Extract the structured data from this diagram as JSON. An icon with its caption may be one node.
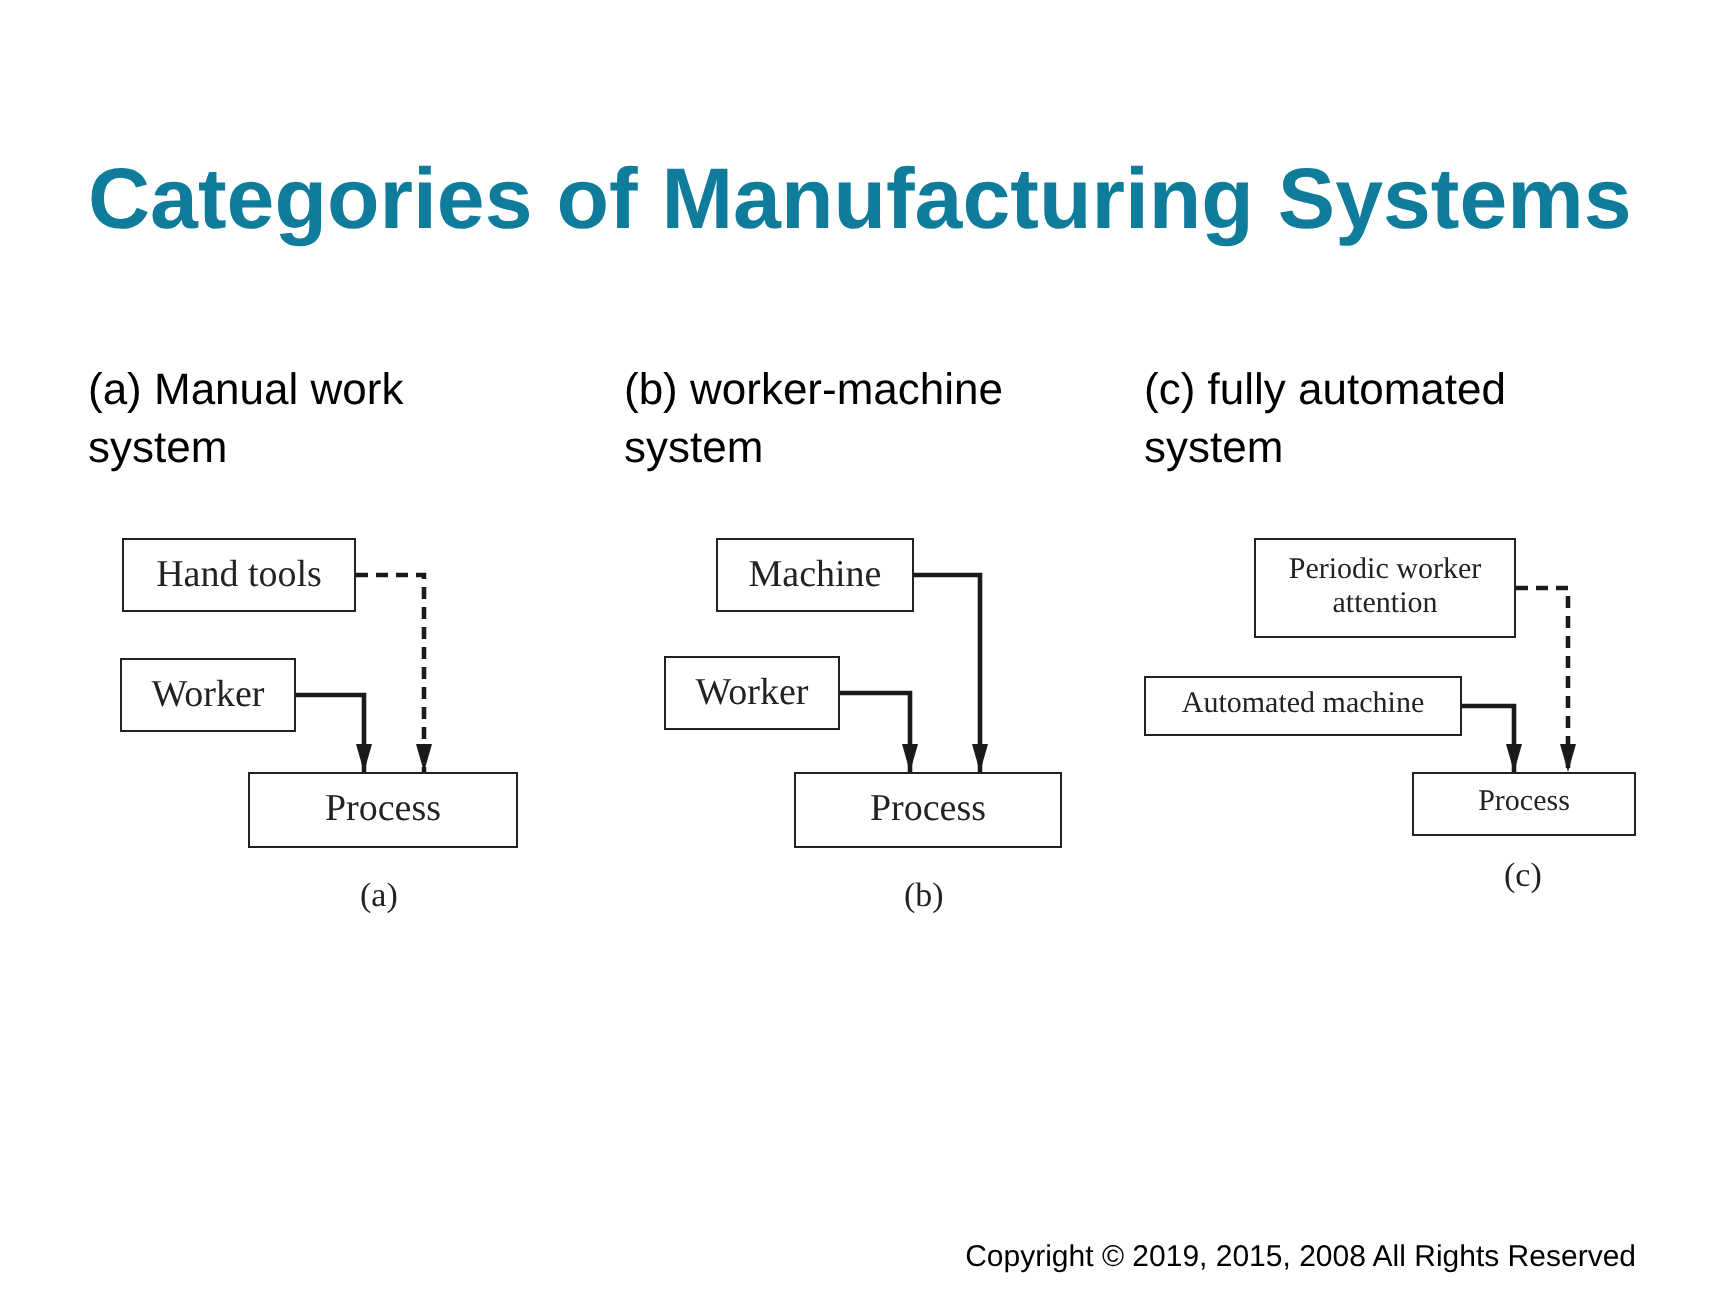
{
  "diagram": {
    "title": "Categories of Manufacturing Systems",
    "nodes": [
      {
        "text": [
          "Hand tools"
        ]
      },
      {
        "text": [
          "Worker"
        ]
      },
      {
        "text": [
          "Process"
        ]
      },
      {
        "text": [
          "Machine"
        ]
      },
      {
        "text": [
          "Worker"
        ]
      },
      {
        "text": [
          "Process"
        ]
      },
      {
        "text": [
          "Periodic worker attention"
        ]
      },
      {
        "text": [
          "Automated machine"
        ]
      },
      {
        "text": [
          "Process"
        ]
      }
    ],
    "edges": [
      {
        "from": 0,
        "to": 2,
        "arrow": "to",
        "style": "dashed"
      },
      {
        "from": 1,
        "to": 2,
        "arrow": "to"
      },
      {
        "from": 3,
        "to": 5,
        "arrow": "to"
      },
      {
        "from": 4,
        "to": 5,
        "arrow": "to"
      },
      {
        "from": 6,
        "to": 8,
        "arrow": "to",
        "style": "dashed"
      },
      {
        "from": 7,
        "to": 8,
        "arrow": "to"
      }
    ],
    "labels": [
      "(a) Manual work system",
      "(b) worker-machine system",
      "(c) fully automated system",
      "(a)",
      "(b)",
      "(c)",
      "Copyright © 2019, 2015, 2008 All Rights Reserved"
    ]
  }
}
